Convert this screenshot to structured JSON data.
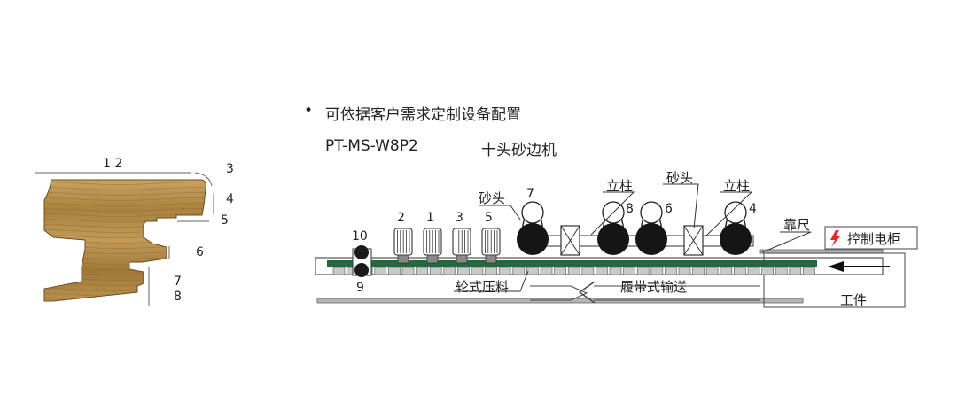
{
  "header": {
    "bullet": "•",
    "note": "可依据客户需求定制设备配置",
    "model": "PT-MS-W8P2",
    "machine_name": "十头砂边机"
  },
  "profile": {
    "labels": [
      "1 2",
      "3",
      "4",
      "5",
      "6",
      "7",
      "8"
    ]
  },
  "machine": {
    "head_labels": [
      "2",
      "1",
      "3",
      "5",
      "7",
      "8",
      "6",
      "4"
    ],
    "roller_labels": [
      "10",
      "9"
    ],
    "sanding_head_label": "砂头",
    "column_label": "立柱",
    "fence_label": "靠尺",
    "control_cabinet_label": "控制电柜",
    "wheel_press_label": "轮式压料",
    "crawler_label": "履带式输送",
    "workpiece_label": "工件"
  },
  "colors": {
    "belt_green": "#1f6b3f",
    "wood_base": "#b88d4d",
    "lightning_red": "#e52b2b"
  }
}
